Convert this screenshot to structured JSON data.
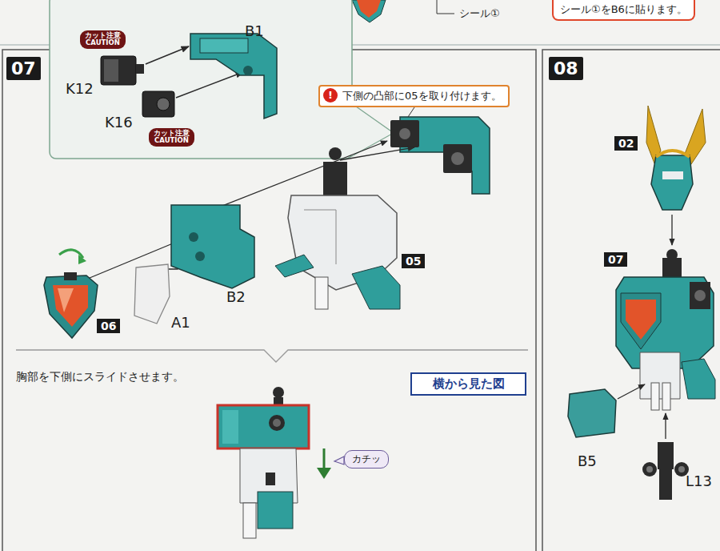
{
  "diagram": {
    "nodes": [
      {
        "text": [
          "シール①をB6に貼ります。"
        ]
      },
      {
        "text": [
          "07"
        ]
      },
      {
        "text": [
          "カット注意 CAUTION"
        ]
      },
      {
        "text": [
          "カット注意 CAUTION"
        ]
      },
      {
        "text": [
          "下側の凸部に05を取り付けます。"
        ]
      },
      {
        "text": [
          "06"
        ]
      },
      {
        "text": [
          "05"
        ]
      },
      {
        "text": [
          "横から見た図"
        ]
      },
      {
        "text": [
          "カチッ"
        ]
      },
      {
        "text": [
          "08"
        ]
      },
      {
        "text": [
          "02"
        ]
      },
      {
        "text": [
          "07"
        ]
      }
    ],
    "labels": [
      "シール①",
      "K12",
      "B1",
      "K16",
      "!",
      "B2",
      "A1",
      "胸部を下側にスライドさせます。",
      "B5",
      "L13"
    ]
  }
}
